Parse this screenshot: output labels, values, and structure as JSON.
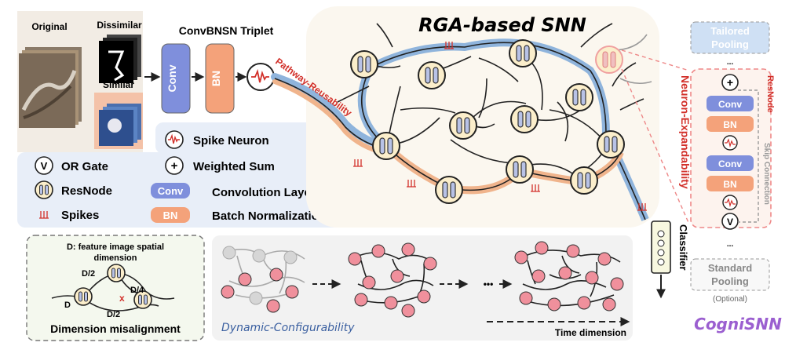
{
  "inputs": {
    "original": "Original",
    "dissimilar": "Dissimilar",
    "similar": "Similar"
  },
  "triplet": {
    "title": "ConvBNSN Triplet",
    "conv": "Conv",
    "bn": "BN"
  },
  "network": {
    "title": "RGA-based SNN",
    "pathway": "Pathway-Reusability"
  },
  "legend": {
    "spike_neuron": "Spike Neuron",
    "or_gate_symbol": "V",
    "or_gate": "OR Gate",
    "weighted_sum_symbol": "+",
    "weighted_sum": "Weighted Sum",
    "resnode": "ResNode",
    "conv_symbol": "Conv",
    "conv_layer": "Convolution Layer",
    "spikes": "Spikes",
    "bn_symbol": "BN",
    "batch_norm": "Batch Normalization"
  },
  "dimension_box": {
    "title_line1": "D: feature image spatial",
    "title_line2": "dimension",
    "d_half_top": "D/2",
    "d_quarter": "D/4",
    "d": "D",
    "d_half_bottom": "D/2",
    "caption": "Dimension misalignment"
  },
  "dynamic": {
    "caption": "Dynamic-Configurability",
    "ellipsis": "•••",
    "time": "Time dimension"
  },
  "classifier": {
    "label": "Classifier"
  },
  "resnode_panel": {
    "tailored_l1": "Tailored",
    "tailored_l2": "Pooling",
    "resnode": "ResNode",
    "plus": "+",
    "conv1": "Conv",
    "bn1": "BN",
    "conv2": "Conv",
    "bn2": "BN",
    "or": "V",
    "skip": "Skip Connection",
    "expand": "Neuron-Expandability",
    "standard_l1": "Standard",
    "standard_l2": "Pooling",
    "optional": "(Optional)",
    "dots": "..."
  },
  "brand": "CogniSNN",
  "colors": {
    "conv": "#7f8fdc",
    "bn": "#f4a27a",
    "blue_path": "#8fb4dc",
    "orange_path": "#f0b48c",
    "node_fill": "#fbeecb",
    "pink_node": "#f0909c",
    "red": "#d2302a",
    "brand": "#9b5fd0"
  }
}
